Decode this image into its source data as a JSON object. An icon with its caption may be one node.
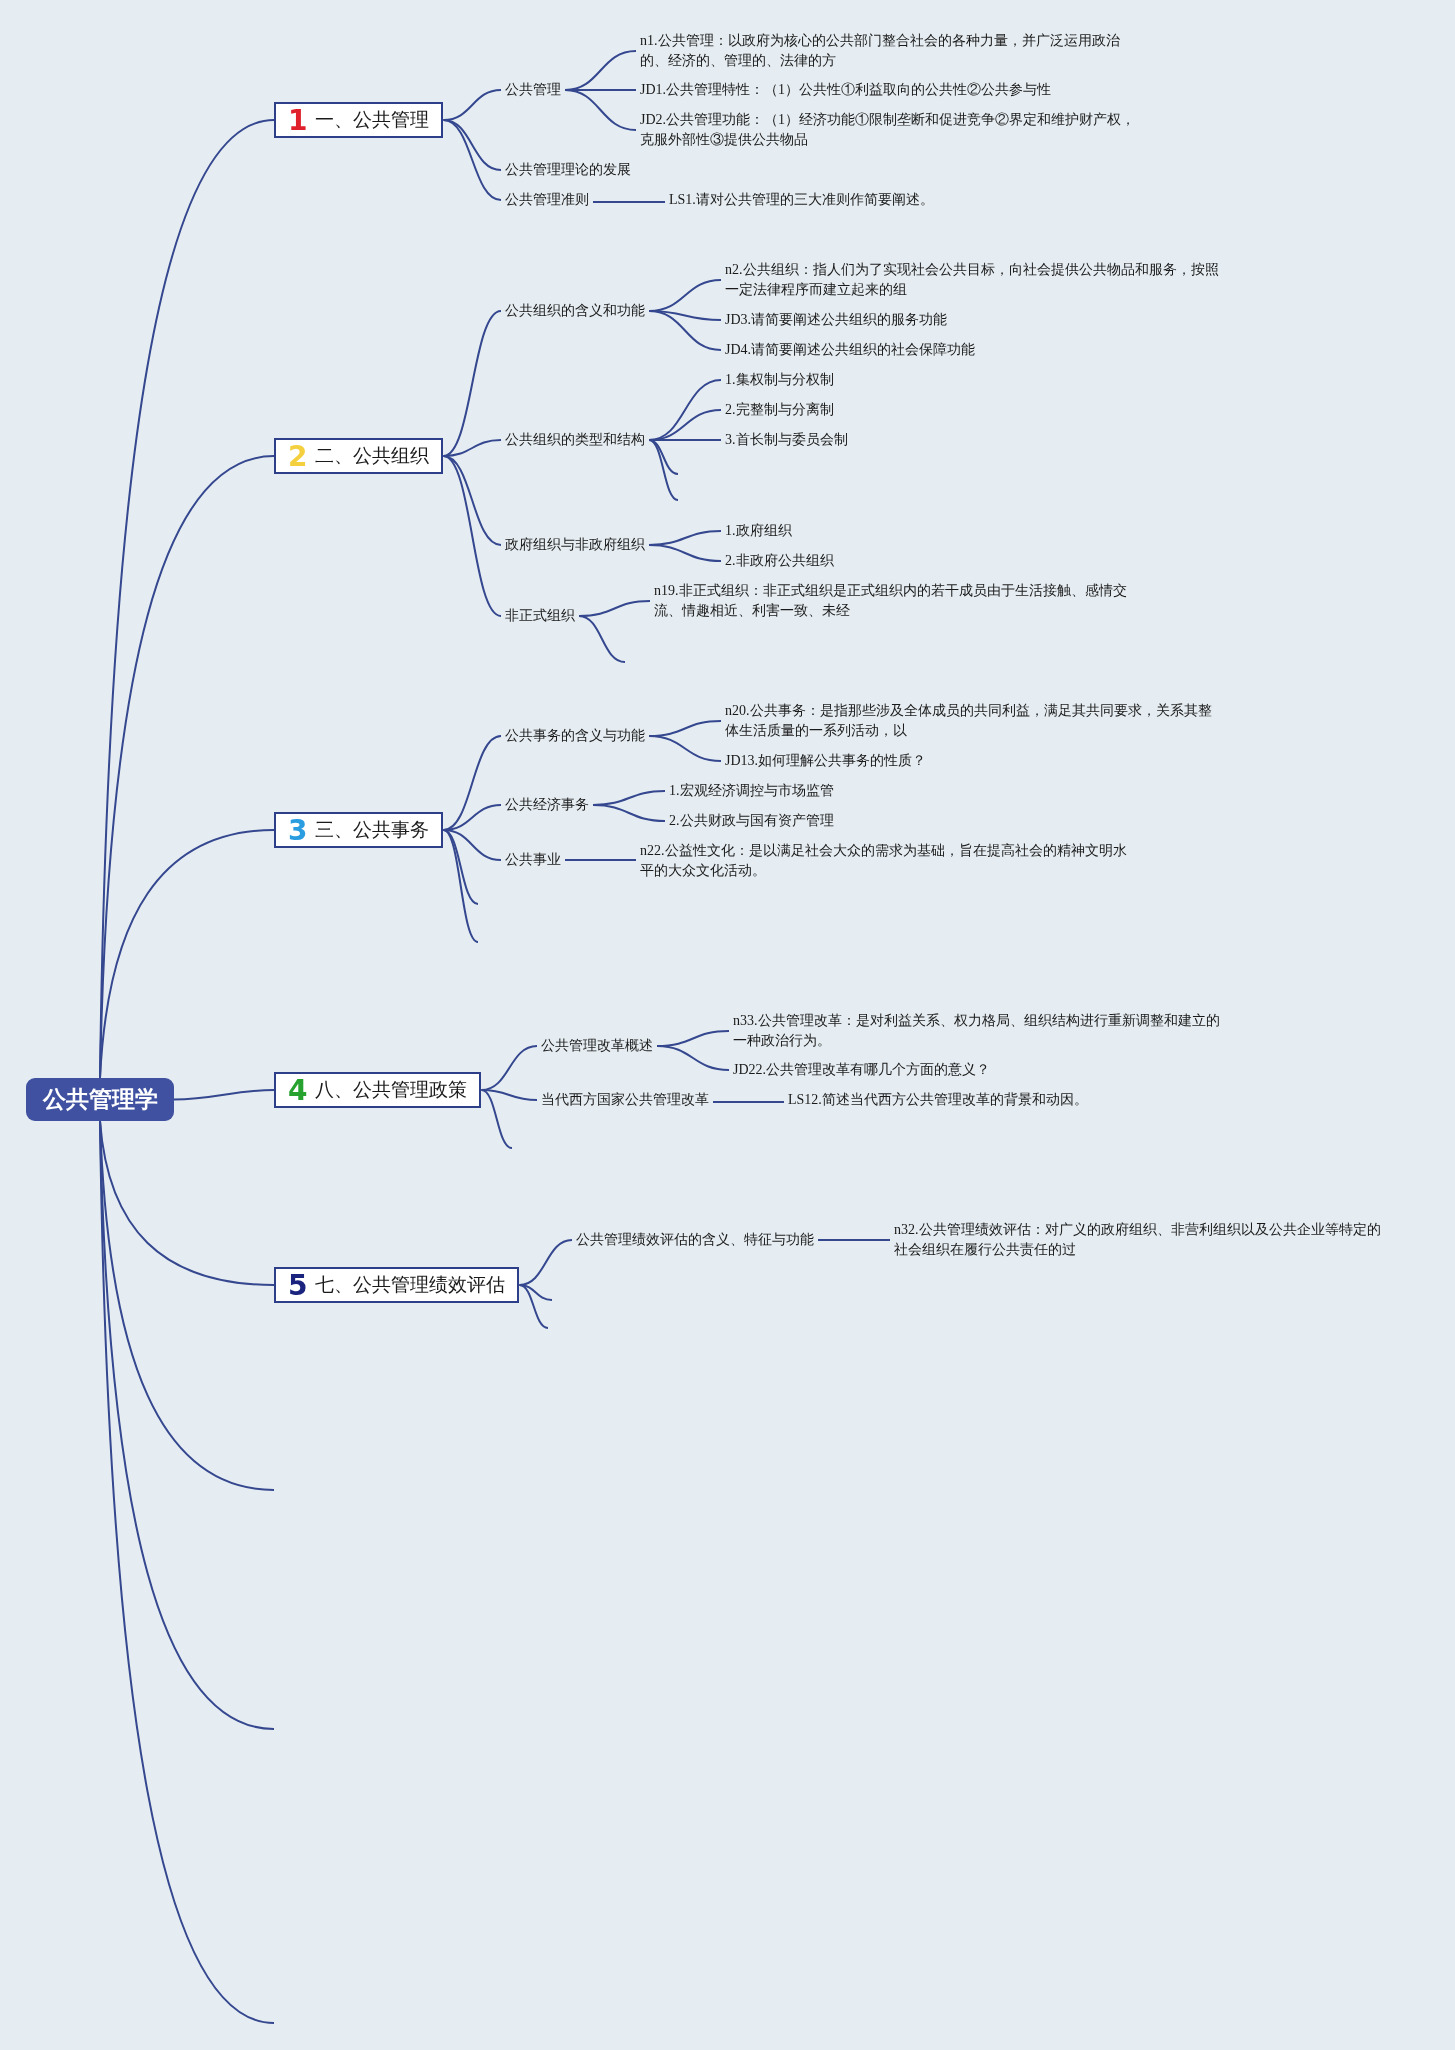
{
  "diagram": {
    "nodes": [
      {
        "text": [
          "公共管理学"
        ]
      },
      {
        "text": [
          "1",
          "一、公共管理"
        ]
      },
      {
        "text": [
          "公共管理"
        ]
      },
      {
        "text": [
          "n1.公共管理：以政府为核心的公共部门整合社会的各种力量，并广泛运用政治的、经济的、管理的、法律的方"
        ]
      },
      {
        "text": [
          "JD1.公共管理特性：（1）公共性①利益取向的公共性②公共参与性"
        ]
      },
      {
        "text": [
          "JD2.公共管理功能：（1）经济功能①限制垄断和促进竞争②界定和维护财产权，克服外部性③提供公共物品"
        ]
      },
      {
        "text": [
          "公共管理理论的发展"
        ]
      },
      {
        "text": [
          "公共管理准则"
        ]
      },
      {
        "text": [
          "LS1.请对公共管理的三大准则作简要阐述。"
        ]
      },
      {
        "text": [
          "2",
          "二、公共组织"
        ]
      },
      {
        "text": [
          "公共组织的含义和功能"
        ]
      },
      {
        "text": [
          "n2.公共组织：指人们为了实现社会公共目标，向社会提供公共物品和服务，按照一定法律程序而建立起来的组"
        ]
      },
      {
        "text": [
          "JD3.请简要阐述公共组织的服务功能"
        ]
      },
      {
        "text": [
          "JD4.请简要阐述公共组织的社会保障功能"
        ]
      },
      {
        "text": [
          "公共组织的类型和结构"
        ]
      },
      {
        "text": [
          "1.集权制与分权制"
        ]
      },
      {
        "text": [
          "2.完整制与分离制"
        ]
      },
      {
        "text": [
          "3.首长制与委员会制"
        ]
      },
      {
        "text": [
          "政府组织与非政府组织"
        ]
      },
      {
        "text": [
          "1.政府组织"
        ]
      },
      {
        "text": [
          "2.非政府公共组织"
        ]
      },
      {
        "text": [
          "非正式组织"
        ]
      },
      {
        "text": [
          "n19.非正式组织：非正式组织是正式组织内的若干成员由于生活接触、感情交流、情趣相近、利害一致、未经"
        ]
      },
      {
        "text": [
          "3",
          "三、公共事务"
        ]
      },
      {
        "text": [
          "公共事务的含义与功能"
        ]
      },
      {
        "text": [
          "n20.公共事务：是指那些涉及全体成员的共同利益，满足其共同要求，关系其整体生活质量的一系列活动，以"
        ]
      },
      {
        "text": [
          "JD13.如何理解公共事务的性质？"
        ]
      },
      {
        "text": [
          "公共经济事务"
        ]
      },
      {
        "text": [
          "1.宏观经济调控与市场监管"
        ]
      },
      {
        "text": [
          "2.公共财政与国有资产管理"
        ]
      },
      {
        "text": [
          "公共事业"
        ]
      },
      {
        "text": [
          "n22.公益性文化：是以满足社会大众的需求为基础，旨在提高社会的精神文明水平的大众文化活动。"
        ]
      },
      {
        "text": [
          "4",
          "八、公共管理政策"
        ]
      },
      {
        "text": [
          "公共管理改革概述"
        ]
      },
      {
        "text": [
          "n33.公共管理改革：是对利益关系、权力格局、组织结构进行重新调整和建立的一种政治行为。"
        ]
      },
      {
        "text": [
          "JD22.公共管理改革有哪几个方面的意义？"
        ]
      },
      {
        "text": [
          "当代西方国家公共管理改革"
        ]
      },
      {
        "text": [
          "LS12.简述当代西方公共管理改革的背景和动因。"
        ]
      },
      {
        "text": [
          "5",
          "七、公共管理绩效评估"
        ]
      },
      {
        "text": [
          "公共管理绩效评估的含义、特征与功能"
        ]
      },
      {
        "text": [
          "n32.公共管理绩效评估：对广义的政府组织、非营利组织以及公共企业等特定的社会组织在履行公共责任的过"
        ]
      }
    ],
    "edges": [
      {
        "from": 0,
        "to": 1,
        "arrow": "none"
      },
      {
        "from": 0,
        "to": 9,
        "arrow": "none"
      },
      {
        "from": 0,
        "to": 23,
        "arrow": "none"
      },
      {
        "from": 0,
        "to": 32,
        "arrow": "none"
      },
      {
        "from": 0,
        "to": 38,
        "arrow": "none"
      },
      {
        "from": 0,
        "to": null,
        "arrow": "none"
      },
      {
        "from": 0,
        "to": null,
        "arrow": "none"
      },
      {
        "from": 0,
        "to": null,
        "arrow": "none"
      },
      {
        "from": 1,
        "to": 2,
        "arrow": "none"
      },
      {
        "from": 1,
        "to": 6,
        "arrow": "none"
      },
      {
        "from": 1,
        "to": 7,
        "arrow": "none"
      },
      {
        "from": 2,
        "to": 3,
        "arrow": "none"
      },
      {
        "from": 2,
        "to": 4,
        "arrow": "none"
      },
      {
        "from": 2,
        "to": 5,
        "arrow": "none"
      },
      {
        "from": 7,
        "to": 8,
        "arrow": "none"
      },
      {
        "from": 9,
        "to": 10,
        "arrow": "none"
      },
      {
        "from": 9,
        "to": 14,
        "arrow": "none"
      },
      {
        "from": 9,
        "to": 18,
        "arrow": "none"
      },
      {
        "from": 9,
        "to": 21,
        "arrow": "none"
      },
      {
        "from": 10,
        "to": 11,
        "arrow": "none"
      },
      {
        "from": 10,
        "to": 12,
        "arrow": "none"
      },
      {
        "from": 10,
        "to": 13,
        "arrow": "none"
      },
      {
        "from": 14,
        "to": 15,
        "arrow": "none"
      },
      {
        "from": 14,
        "to": 16,
        "arrow": "none"
      },
      {
        "from": 14,
        "to": 17,
        "arrow": "none"
      },
      {
        "from": 14,
        "to": null,
        "arrow": "none"
      },
      {
        "from": 14,
        "to": null,
        "arrow": "none"
      },
      {
        "from": 18,
        "to": 19,
        "arrow": "none"
      },
      {
        "from": 18,
        "to": 20,
        "arrow": "none"
      },
      {
        "from": 21,
        "to": 22,
        "arrow": "none"
      },
      {
        "from": 21,
        "to": null,
        "arrow": "none"
      },
      {
        "from": 23,
        "to": 24,
        "arrow": "none"
      },
      {
        "from": 23,
        "to": 27,
        "arrow": "none"
      },
      {
        "from": 23,
        "to": 30,
        "arrow": "none"
      },
      {
        "from": 23,
        "to": null,
        "arrow": "none"
      },
      {
        "from": 23,
        "to": null,
        "arrow": "none"
      },
      {
        "from": 24,
        "to": 25,
        "arrow": "none"
      },
      {
        "from": 24,
        "to": 26,
        "arrow": "none"
      },
      {
        "from": 27,
        "to": 28,
        "arrow": "none"
      },
      {
        "from": 27,
        "to": 29,
        "arrow": "none"
      },
      {
        "from": 30,
        "to": 31,
        "arrow": "none"
      },
      {
        "from": 32,
        "to": 33,
        "arrow": "none"
      },
      {
        "from": 32,
        "to": 36,
        "arrow": "none"
      },
      {
        "from": 32,
        "to": null,
        "arrow": "none"
      },
      {
        "from": 33,
        "to": 34,
        "arrow": "none"
      },
      {
        "from": 33,
        "to": 35,
        "arrow": "none"
      },
      {
        "from": 36,
        "to": 37,
        "arrow": "none"
      },
      {
        "from": 38,
        "to": 39,
        "arrow": "none"
      },
      {
        "from": 38,
        "to": null,
        "arrow": "none"
      },
      {
        "from": 38,
        "to": null,
        "arrow": "none"
      },
      {
        "from": 39,
        "to": 40,
        "arrow": "none"
      }
    ]
  }
}
